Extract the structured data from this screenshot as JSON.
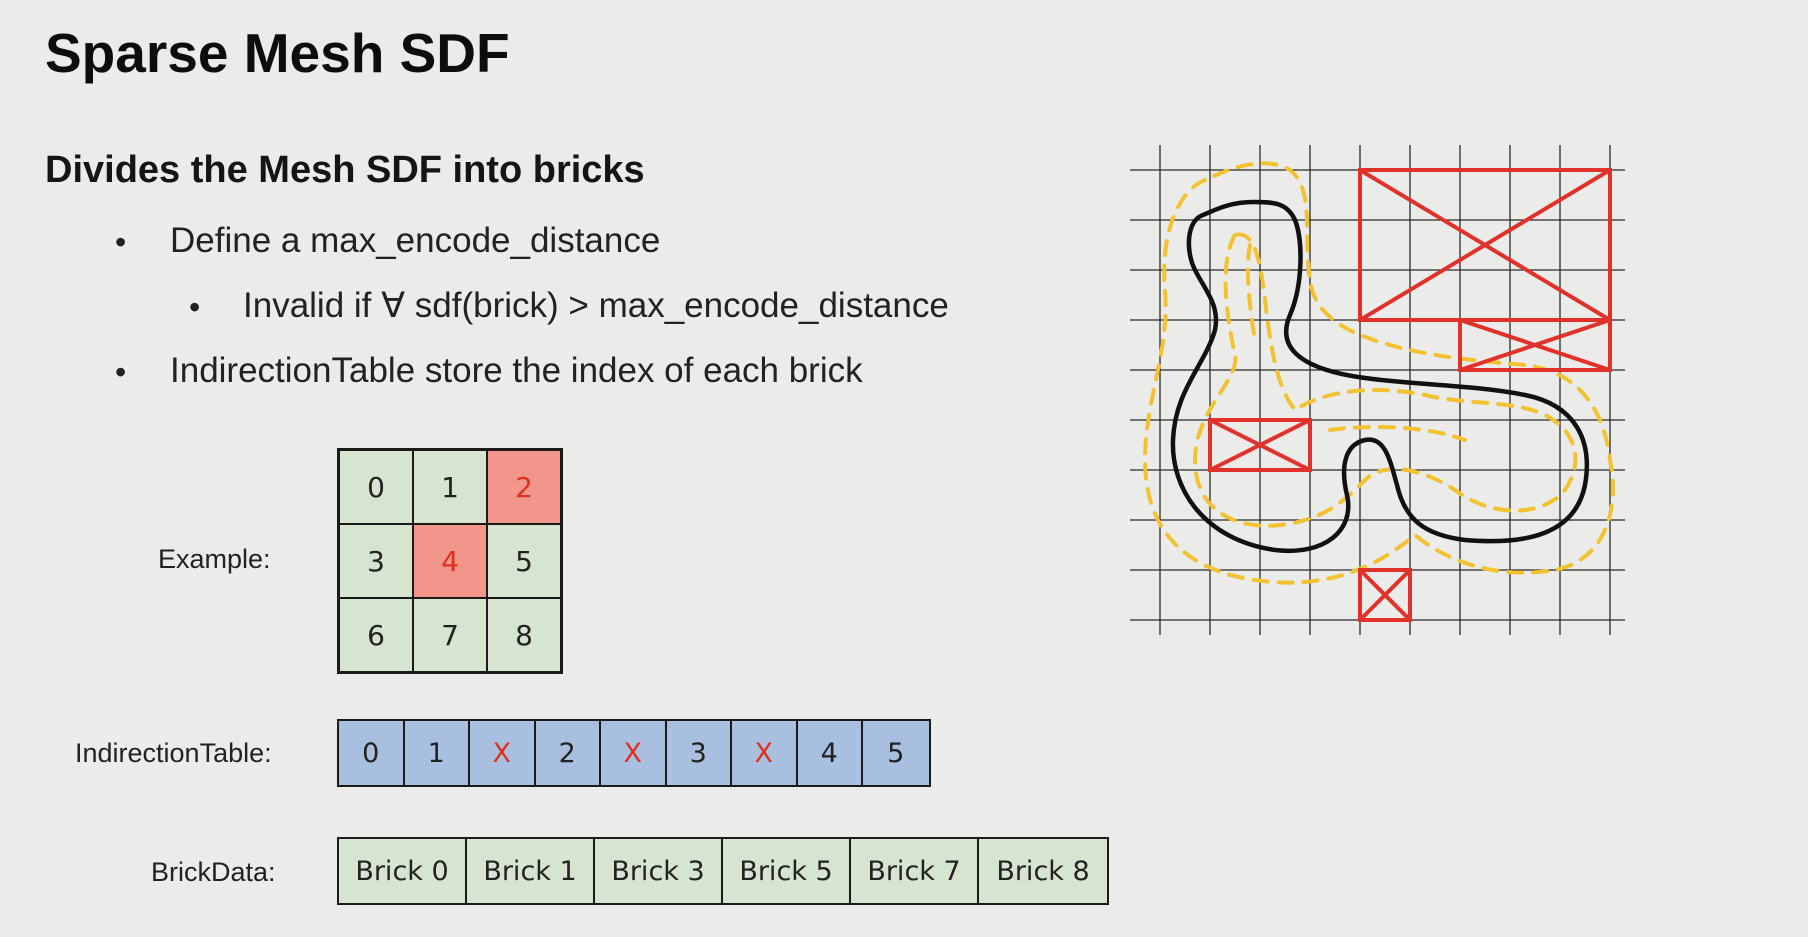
{
  "title": "Sparse Mesh SDF",
  "subtitle": "Divides the Mesh SDF into bricks",
  "bullets": [
    {
      "marker": "•",
      "text": "Define a max_encode_distance"
    },
    {
      "marker": "•",
      "text": "Invalid if ∀ sdf(brick) > max_encode_distance"
    },
    {
      "marker": "•",
      "text": "IndirectionTable store the index of each brick"
    }
  ],
  "labels": {
    "example": "Example:",
    "indirection_table": "IndirectionTable:",
    "brick_data": "BrickData:"
  },
  "example_grid": {
    "cells": [
      {
        "text": "0",
        "invalid": false
      },
      {
        "text": "1",
        "invalid": false
      },
      {
        "text": "2",
        "invalid": true
      },
      {
        "text": "3",
        "invalid": false
      },
      {
        "text": "4",
        "invalid": true
      },
      {
        "text": "5",
        "invalid": false
      },
      {
        "text": "6",
        "invalid": false
      },
      {
        "text": "7",
        "invalid": false
      },
      {
        "text": "8",
        "invalid": false
      }
    ]
  },
  "indirection_table": [
    {
      "text": "0",
      "invalid": false
    },
    {
      "text": "1",
      "invalid": false
    },
    {
      "text": "X",
      "invalid": true
    },
    {
      "text": "2",
      "invalid": false
    },
    {
      "text": "X",
      "invalid": true
    },
    {
      "text": "3",
      "invalid": false
    },
    {
      "text": "X",
      "invalid": true
    },
    {
      "text": "4",
      "invalid": false
    },
    {
      "text": "5",
      "invalid": false
    }
  ],
  "brick_data": [
    "Brick 0",
    "Brick 1",
    "Brick 3",
    "Brick 5",
    "Brick 7",
    "Brick 8"
  ],
  "colors": {
    "valid_green": "#d7e4cf",
    "invalid_red": "#f2958a",
    "invalid_text": "#e0301c",
    "table_blue": "#a9bfe0",
    "shape_outline": "#111111",
    "distance_contour": "#f2c230",
    "invalid_brick_box": "#e0322a"
  }
}
